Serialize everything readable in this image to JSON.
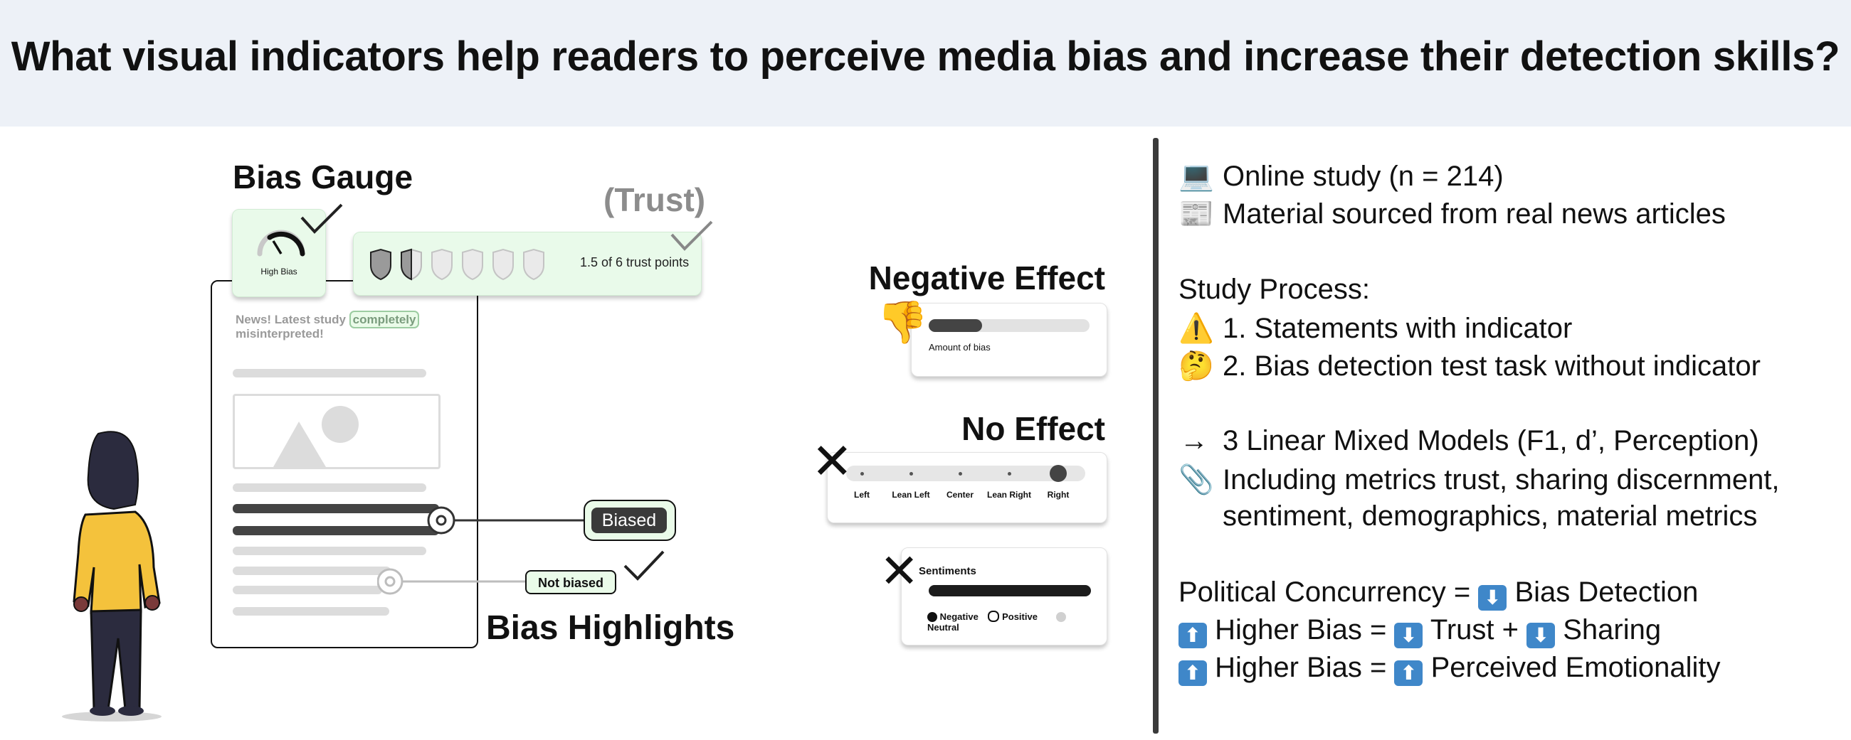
{
  "header": {
    "title": "What visual indicators help readers to perceive media bias and increase their detection skills?"
  },
  "left": {
    "bias_gauge_title": "Bias Gauge",
    "gauge_label": "High Bias",
    "trust_title": "(Trust)",
    "trust_text": "1.5 of 6 trust points",
    "trust_value": 1.5,
    "trust_max": 6,
    "article_headline_pre": "News! Latest study",
    "article_headline_highlight": "completely",
    "article_headline_post": "misinterpreted!",
    "biased_label": "Biased",
    "not_biased_label": "Not biased",
    "bias_highlights_title": "Bias Highlights"
  },
  "middle": {
    "negative_effect_title": "Negative Effect",
    "amount_label": "Amount of bias",
    "amount_fraction": 0.33,
    "no_effect_title": "No Effect",
    "scale_labels": [
      "Left",
      "Lean Left",
      "Center",
      "Lean Right",
      "Right"
    ],
    "scale_selected": "Right",
    "sentiments_title": "Sentiments",
    "legend": [
      "Negative",
      "Positive",
      "Neutral"
    ]
  },
  "right": {
    "line1": "Online study (n = 214)",
    "line2": "Material sourced from real news articles",
    "process_title": "Study Process:",
    "step1": "1. Statements with indicator",
    "step2": "2. Bias detection test task without indicator",
    "models": "3 Linear Mixed Models (F1, d’, Perception)",
    "metrics1": "Including metrics trust, sharing discernment,",
    "metrics2": "sentiment, demographics, material metrics",
    "pc_pre": "Political Concurrency =",
    "pc_post": "Bias Detection",
    "hb1_a": "Higher Bias =",
    "hb1_b": "Trust +",
    "hb1_c": "Sharing",
    "hb2_a": "Higher Bias =",
    "hb2_b": "Perceived Emotionality"
  },
  "colors": {
    "header_bg": "#edf1f7",
    "green_card": "#e9faea",
    "highlight": "#2b2b2b",
    "emoji_blue": "#3f87c9"
  }
}
